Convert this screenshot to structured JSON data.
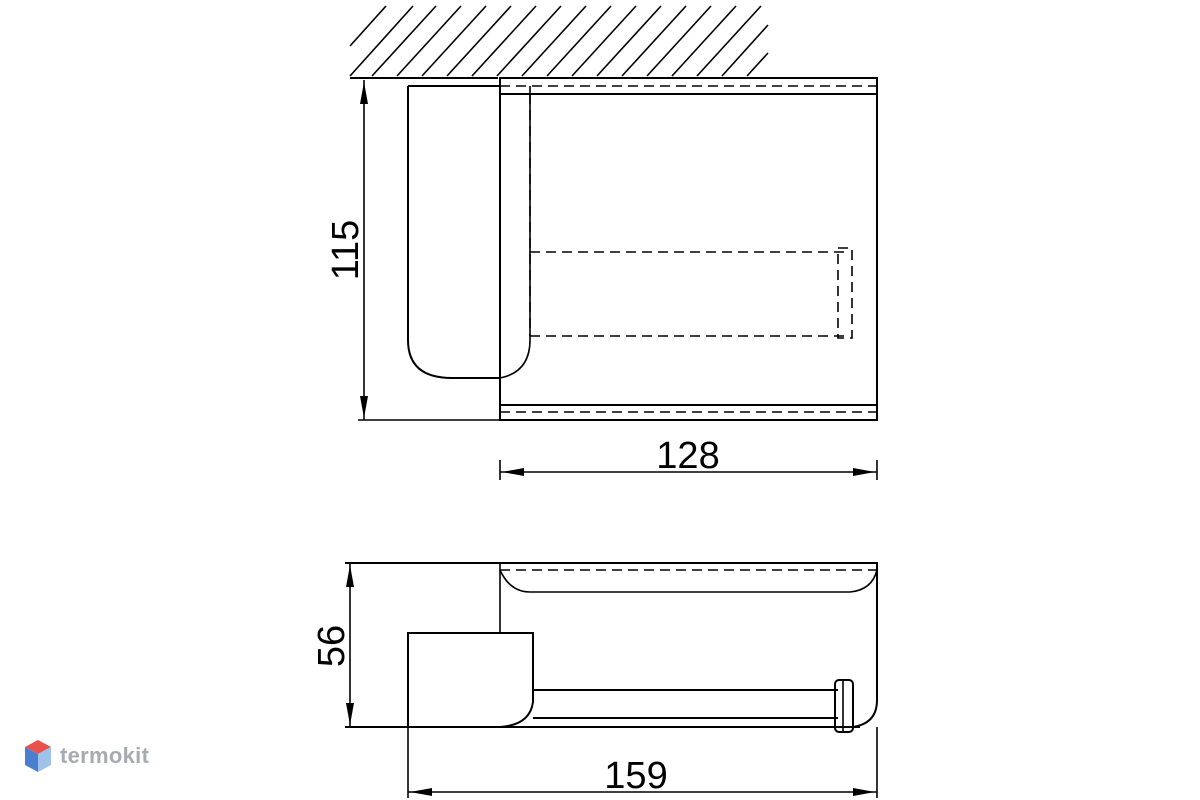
{
  "dimensions": {
    "height_front": "115",
    "width_front": "128",
    "depth_top": "56",
    "width_top": "159"
  },
  "watermark": {
    "text": "termokit",
    "colors": {
      "top": "#e8524a",
      "left": "#4a7fd0",
      "right": "#9fc2ea"
    }
  }
}
